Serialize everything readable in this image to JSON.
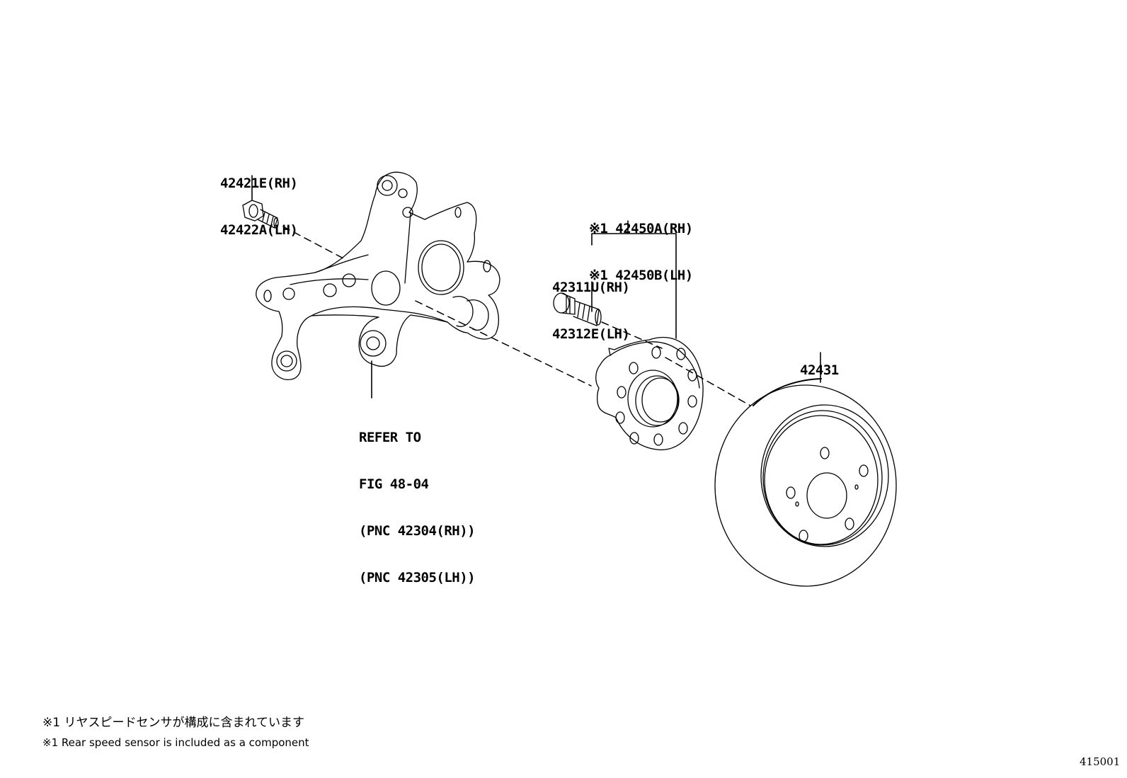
{
  "diagram": {
    "figure_number": "415001",
    "callouts": [
      {
        "id": "knuckle-bolt",
        "lines": [
          "42421E(RH)",
          "42422A(LH)"
        ]
      },
      {
        "id": "hub-bearing",
        "lines": [
          "※1 42450A(RH)",
          "※1 42450B(LH)"
        ]
      },
      {
        "id": "hub-bolt",
        "lines": [
          "42311U(RH)",
          "42312E(LH)"
        ]
      },
      {
        "id": "disc-rotor",
        "lines": [
          "42431"
        ]
      },
      {
        "id": "knuckle-reference",
        "lines": [
          "REFER TO",
          "FIG 48-04",
          "(PNC 42304(RH))",
          "(PNC 42305(LH))"
        ]
      }
    ],
    "notes": {
      "japanese": "※1 リヤスピードセンサが構成に含まれています",
      "english": "※1 Rear speed sensor is included as a component"
    },
    "colors": {
      "line": "#000000",
      "background": "#ffffff"
    }
  }
}
